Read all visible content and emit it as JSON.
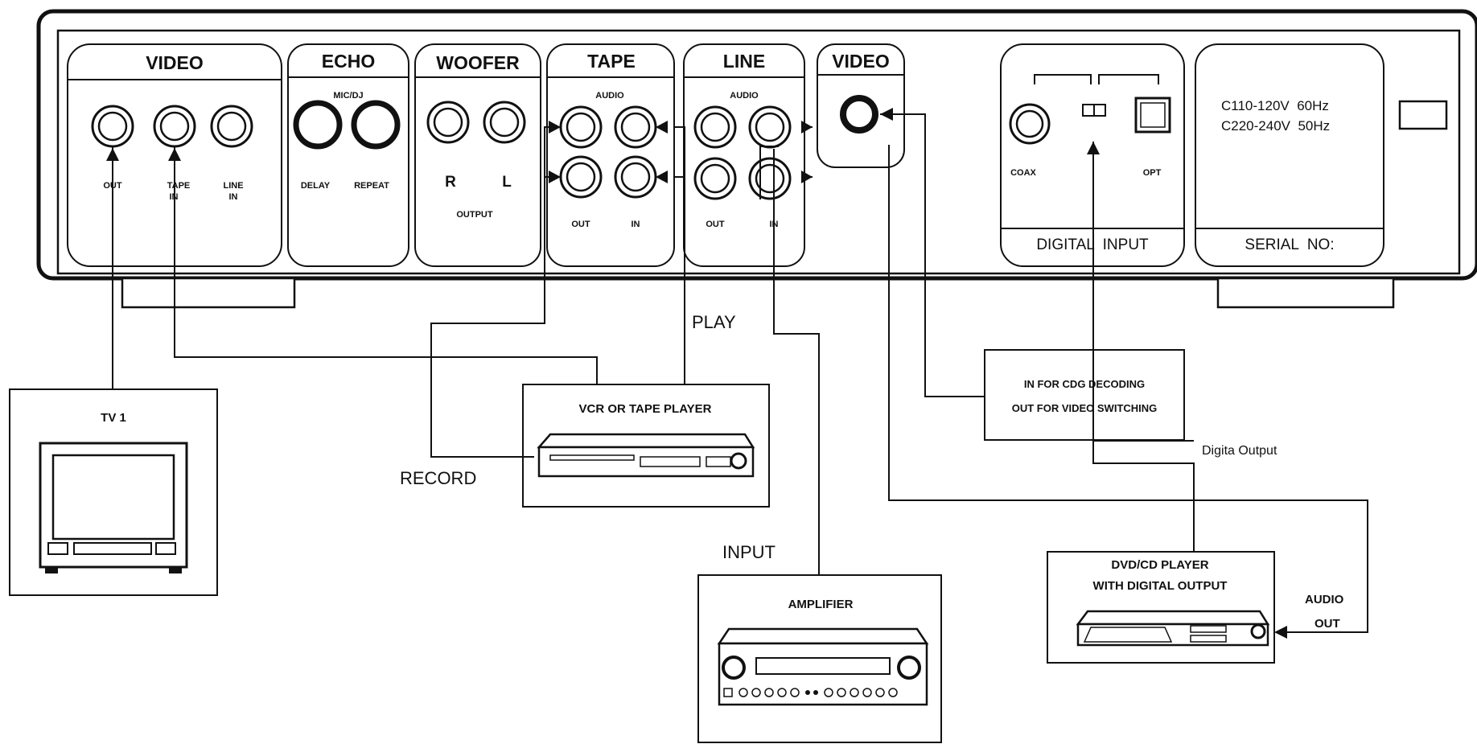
{
  "panel": {
    "sections": {
      "video_out": "VIDEO",
      "echo": "ECHO",
      "woofer": "WOOFER",
      "tape": "TAPE",
      "line": "LINE",
      "video_in": "VIDEO",
      "digital_input": "DIGITAL  INPUT",
      "serial": "SERIAL  NO:"
    },
    "echo_sub": "MIC/DJ",
    "tape_sub": "AUDIO",
    "line_sub": "AUDIO",
    "jack_labels": {
      "out": "OUT",
      "tape_in": "TAPE\nIN",
      "tape_in_1": "TAPE",
      "tape_in_2": "IN",
      "line_in_1": "LINE",
      "line_in_2": "IN",
      "delay": "DELAY",
      "repeat": "REPEAT",
      "woofer_r": "R",
      "woofer_l": "L",
      "woofer_output": "OUTPUT",
      "tape_out": "OUT",
      "tape_in_jack": "IN",
      "line_out": "OUT",
      "line_in_jack": "IN",
      "coax": "COAX",
      "opt": "OPT"
    },
    "voltage_1": "C110-120V  60Hz",
    "voltage_2": "C220-240V  50Hz"
  },
  "devices": {
    "tv": "TV 1",
    "vcr": "VCR OR TAPE PLAYER",
    "amplifier": "AMPLIFIER",
    "dvd_1": "DVD/CD PLAYER",
    "dvd_2": "WITH DIGITAL OUTPUT",
    "cdg_1": "IN FOR CDG DECODING",
    "cdg_2": "OUT FOR VIDEO SWITCHING"
  },
  "annotations": {
    "play": "PLAY",
    "record": "RECORD",
    "input": "INPUT",
    "digital_output": "Digita Output",
    "audio": "AUDIO",
    "out": "OUT"
  },
  "colors": {
    "ink": "#111111",
    "background": "#ffffff"
  }
}
